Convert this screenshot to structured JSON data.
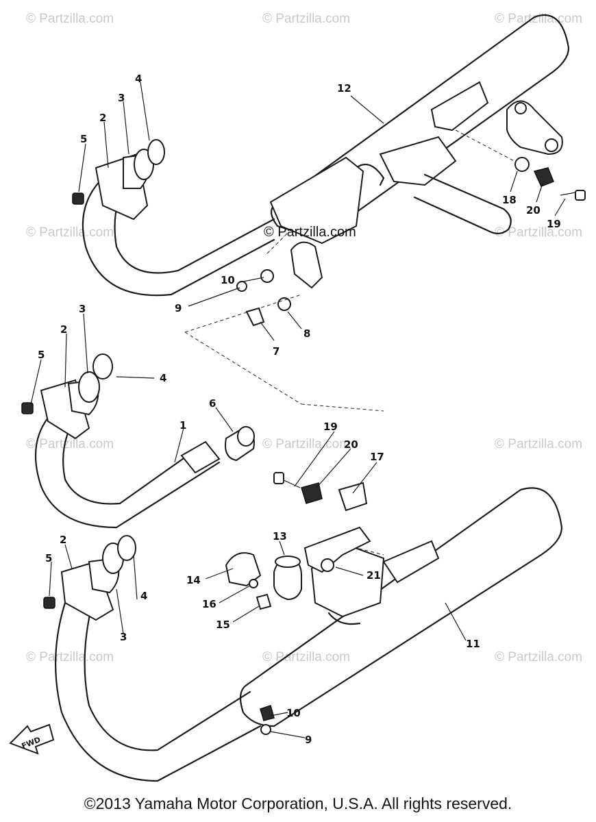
{
  "watermark": {
    "corner_text": "© Partzilla.com",
    "center_text": "© Partzilla.com"
  },
  "callouts": {
    "n1": "1",
    "n2": "2",
    "n3": "3",
    "n4": "4",
    "n5": "5",
    "n6": "6",
    "n7": "7",
    "n8": "8",
    "n9": "9",
    "n10": "10",
    "n11": "11",
    "n12": "12",
    "n13": "13",
    "n14": "14",
    "n15": "15",
    "n16": "16",
    "n17": "17",
    "n18": "18",
    "n19": "19",
    "n20": "20",
    "n21": "21"
  },
  "direction_marker": "FWD",
  "copyright": "©2013 Yamaha Motor Corporation, U.S.A. All rights reserved."
}
